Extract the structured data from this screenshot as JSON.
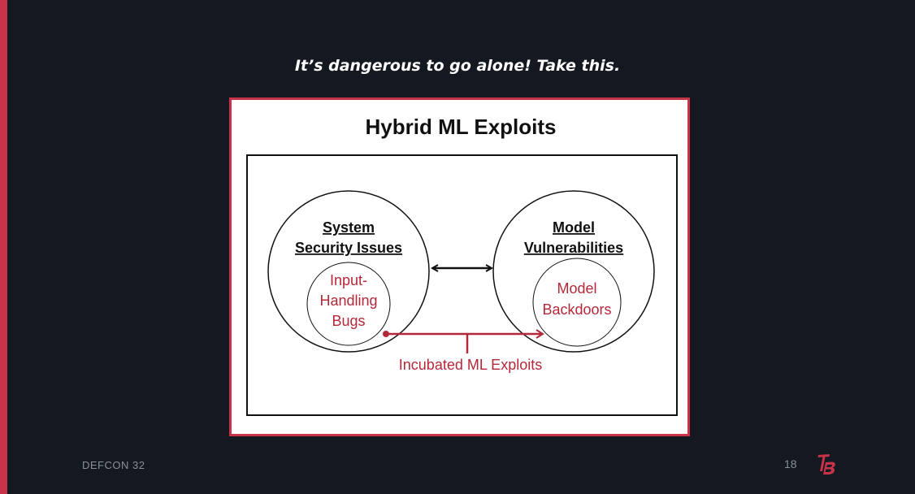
{
  "slide": {
    "title": "It’s dangerous to go alone! Take this.",
    "footer": "DEFCON 32",
    "page_number": "18",
    "logo_text": "TB"
  },
  "diagram": {
    "title": "Hybrid ML Exploits",
    "left_circle": {
      "heading_lines": [
        "System",
        "Security Issues"
      ],
      "inner_lines": [
        "Input-",
        "Handling",
        "Bugs"
      ]
    },
    "right_circle": {
      "heading_lines": [
        "Model",
        "Vulnerabilities"
      ],
      "inner_lines": [
        "Model",
        "Backdoors"
      ]
    },
    "connector_label": "Incubated ML Exploits"
  },
  "colors": {
    "accent": "#c8334a",
    "diagram_red": "#b5283a",
    "background": "#141820",
    "footer_text": "#8a8f99"
  }
}
